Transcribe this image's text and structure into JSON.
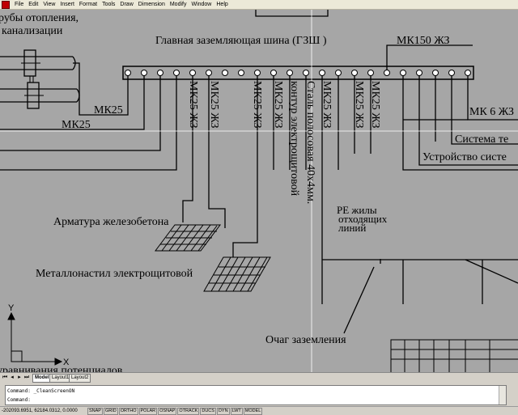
{
  "menu": {
    "items": [
      "File",
      "Edit",
      "View",
      "Insert",
      "Format",
      "Tools",
      "Draw",
      "Dimension",
      "Modify",
      "Window",
      "Help"
    ]
  },
  "drawing": {
    "labels": {
      "pipes_heating": "рубы отопления,",
      "sewerage": "канализации",
      "main_bus": "Главная заземляющая шина (ГЗШ )",
      "mk150": "МК150 ЖЗ",
      "mk25_a": "МК25",
      "mk25_b": "МК25",
      "mk25zh_1": "МК25 ЖЗ",
      "mk25zh_2": "МК25 ЖЗ",
      "mk25zh_3": "МК25 ЖЗ",
      "mk25zh_4": "МК25 ЖЗ",
      "ground_contour": "контур электрощитовой",
      "steel_strip": "Сталь полосовая 40х4мм.",
      "mk25zh_5": "МК25 ЖЗ",
      "mk25zh_6": "МК25 ЖЗ",
      "mk25zh_7": "МК25 ЖЗ",
      "mk6": "МК 6 ЖЗ",
      "system_te": "Система те",
      "device_sys": "Устройство систе",
      "rebar": "Арматура железобетона",
      "pe_1": "РЕ жилы",
      "pe_2": "отходящих",
      "pe_3": "линий",
      "metal_floor": "Металлонастил электрощитовой",
      "ground_hearth": "Очаг заземления",
      "equalization": "уравнивания потенциалов"
    },
    "ucs": {
      "y_axis": "Y",
      "x_axis": "X"
    }
  },
  "tabs": {
    "items": [
      "Model",
      "Layout1",
      "Layout2"
    ],
    "active": "Model"
  },
  "command": {
    "line1": "Command: _CleanScreenON",
    "line2": "Command:"
  },
  "status": {
    "coordinates": "-202093.6951, 62184.0312, 0.0000",
    "buttons": [
      "SNAP",
      "GRID",
      "ORTHO",
      "POLAR",
      "OSNAP",
      "OTRACK",
      "DUCS",
      "DYN",
      "LWT",
      "MODEL"
    ]
  }
}
